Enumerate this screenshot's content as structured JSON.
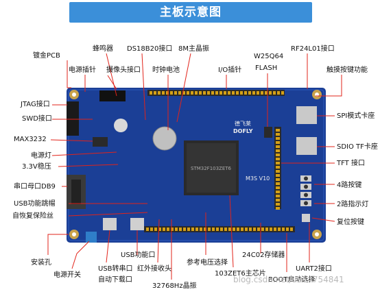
{
  "title": "主板示意图",
  "labels": {
    "gold_pcb": "镀金PCB",
    "power_pin": "电源插针",
    "buzzer": "蜂鸣器",
    "camera_port": "摄像头接口",
    "ds18b20": "DS18B20接口",
    "clock_battery": "时钟电池",
    "crystal_8m": "8M主晶振",
    "io_pin": "I/O插针",
    "w25q64": "W25Q64",
    "flash": "FLASH",
    "rf24l01": "RF24L01接口",
    "touch_key": "触摸按键功能",
    "jtag": "JTAG接口",
    "swd": "SWD接口",
    "max3232": "MAX3232",
    "power_led": "电源灯",
    "regulator": "3.3V稳压",
    "serial_db9": "串口母口DB9",
    "usb_jumper": "USB功能跳帽",
    "fuse": "自恢复保险丝",
    "mount_hole": "安装孔",
    "power_switch": "电源开关",
    "usb_serial": "USB转串口",
    "auto_download": "自动下载口",
    "usb_func": "USB功能口",
    "ir_receiver": "红外接收头",
    "crystal_32k": "32768Hz晶振",
    "vref_select": "参考电压选择",
    "mcu": "103ZET6主芯片",
    "eeprom": "24C02存储器",
    "boot_select": "BOOT启动选择",
    "uart2": "UART2接口",
    "spi_card": "SPI模式卡座",
    "sdio_card": "SDIO TF卡座",
    "tft": "TFT 接口",
    "keys4": "4路按键",
    "leds2": "2路指示灯",
    "reset_key": "复位按键"
  },
  "board_text": {
    "brand": "德飞莱",
    "brand_en": "DOFLY",
    "chip_marking": "STM32F103ZET6",
    "model": "M3S V10"
  },
  "watermark": "blog.csdn.net/u014754841",
  "colors": {
    "banner": "#3b8fd9",
    "board": "#1b3f96",
    "leader": "#e2231a",
    "header_pin": "#d4a017",
    "chip": "#2a2a2a"
  }
}
